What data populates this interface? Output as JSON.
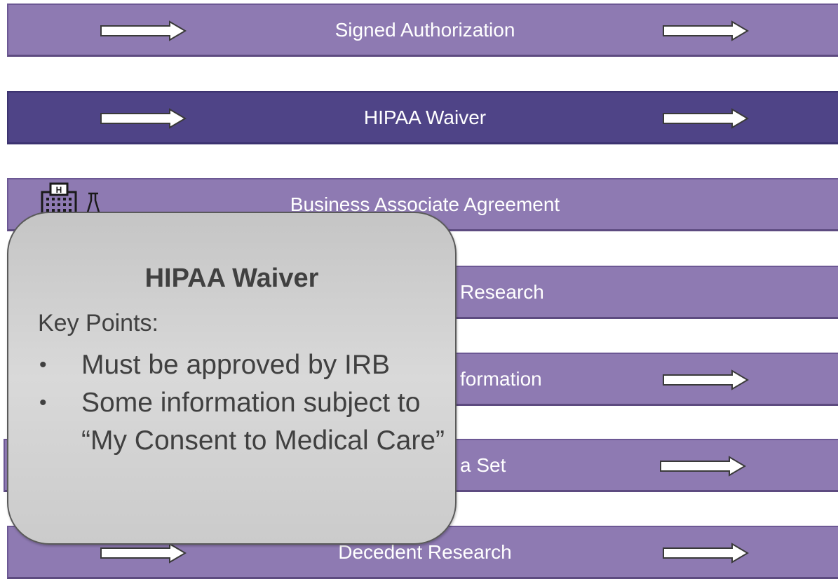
{
  "bars": [
    {
      "label": "Signed Authorization",
      "active": false,
      "left_arrow": true,
      "right_arrow": true
    },
    {
      "label": "HIPAA Waiver",
      "active": true,
      "left_arrow": true,
      "right_arrow": true
    },
    {
      "label": "Business Associate Agreement",
      "active": false,
      "left_arrow": false,
      "right_arrow": false,
      "icons": [
        "hospital-icon",
        "flask-icon"
      ]
    },
    {
      "label": "Research",
      "active": false,
      "left_arrow": false,
      "right_arrow": false
    },
    {
      "label": "formation",
      "active": false,
      "left_arrow": false,
      "right_arrow": true
    },
    {
      "label": "a Set",
      "active": false,
      "left_arrow": false,
      "right_arrow": true
    },
    {
      "label": "Decedent Research",
      "active": false,
      "left_arrow": true,
      "right_arrow": true
    }
  ],
  "callout": {
    "title": "HIPAA Waiver",
    "subtitle": "Key Points:",
    "bullet_char": "•",
    "points": [
      "Must be approved by IRB",
      "Some information subject to “My Consent to Medical Care”"
    ]
  },
  "colors": {
    "bar": "#8e7ab2",
    "bar_active": "#4f4487",
    "callout_text": "#404040"
  }
}
